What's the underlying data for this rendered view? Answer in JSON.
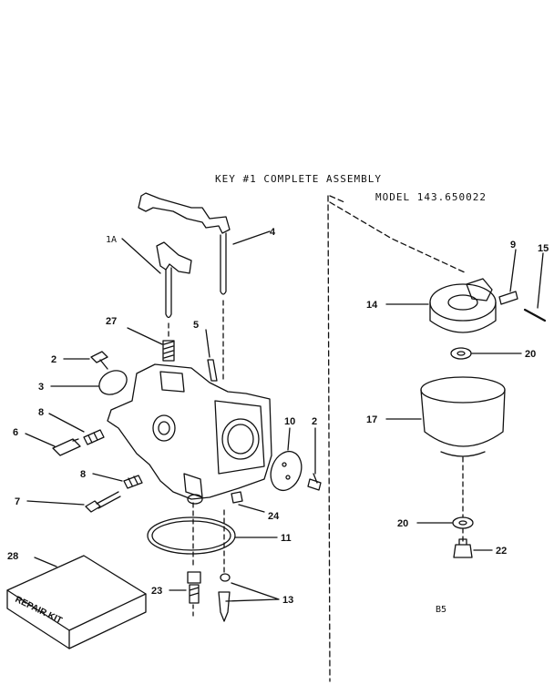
{
  "header": {
    "title": "KEY #1 COMPLETE ASSEMBLY",
    "model": "MODEL 143.650022"
  },
  "labels": {
    "p1a": "1A",
    "p2a": "2",
    "p2b": "2",
    "p3": "3",
    "p4": "4",
    "p5": "5",
    "p6": "6",
    "p7": "7",
    "p8a": "8",
    "p8b": "8",
    "p9": "9",
    "p10": "10",
    "p11": "11",
    "p13": "13",
    "p14": "14",
    "p15": "15",
    "p17": "17",
    "p20a": "20",
    "p20b": "20",
    "p22": "22",
    "p23": "23",
    "p24": "24",
    "p27": "27",
    "p28": "28"
  },
  "repair_kit": "REPAIR KIT",
  "page_code": "B5"
}
